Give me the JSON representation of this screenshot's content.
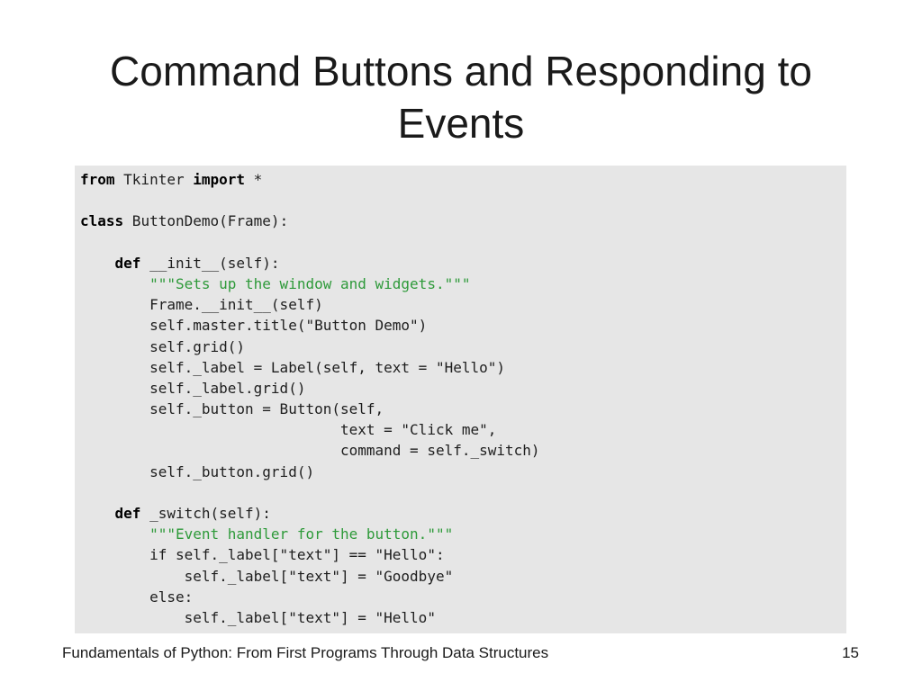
{
  "slide": {
    "title_line1": "Command Buttons and Responding to",
    "title_line2": "Events",
    "footer_text": "Fundamentals of Python: From First Programs Through Data Structures",
    "page_number": "15"
  },
  "code": {
    "lines": [
      {
        "indent": "",
        "kw": "from",
        "rest": " Tkinter ",
        "kw2": "import",
        "rest2": " *"
      },
      {
        "text": ""
      },
      {
        "indent": "",
        "kw": "class",
        "rest": " ButtonDemo(Frame):"
      },
      {
        "text": ""
      },
      {
        "indent": "    ",
        "kw": "def",
        "rest": " __init__(self):"
      },
      {
        "indent": "        ",
        "doc": "\"\"\"Sets up the window and widgets.\"\"\""
      },
      {
        "text": "        Frame.__init__(self)"
      },
      {
        "text": "        self.master.title(\"Button Demo\")"
      },
      {
        "text": "        self.grid()"
      },
      {
        "text": "        self._label = Label(self, text = \"Hello\")"
      },
      {
        "text": "        self._label.grid()"
      },
      {
        "text": "        self._button = Button(self,"
      },
      {
        "text": "                              text = \"Click me\","
      },
      {
        "text": "                              command = self._switch)"
      },
      {
        "text": "        self._button.grid()"
      },
      {
        "text": ""
      },
      {
        "indent": "    ",
        "kw": "def",
        "rest": " _switch(self):"
      },
      {
        "indent": "        ",
        "doc": "\"\"\"Event handler for the button.\"\"\""
      },
      {
        "text": "        if self._label[\"text\"] == \"Hello\":"
      },
      {
        "text": "            self._label[\"text\"] = \"Goodbye\""
      },
      {
        "text": "        else:"
      },
      {
        "text": "            self._label[\"text\"] = \"Hello\""
      }
    ]
  },
  "colors": {
    "code_background": "#e6e6e6",
    "docstring": "#2e9a3a"
  }
}
